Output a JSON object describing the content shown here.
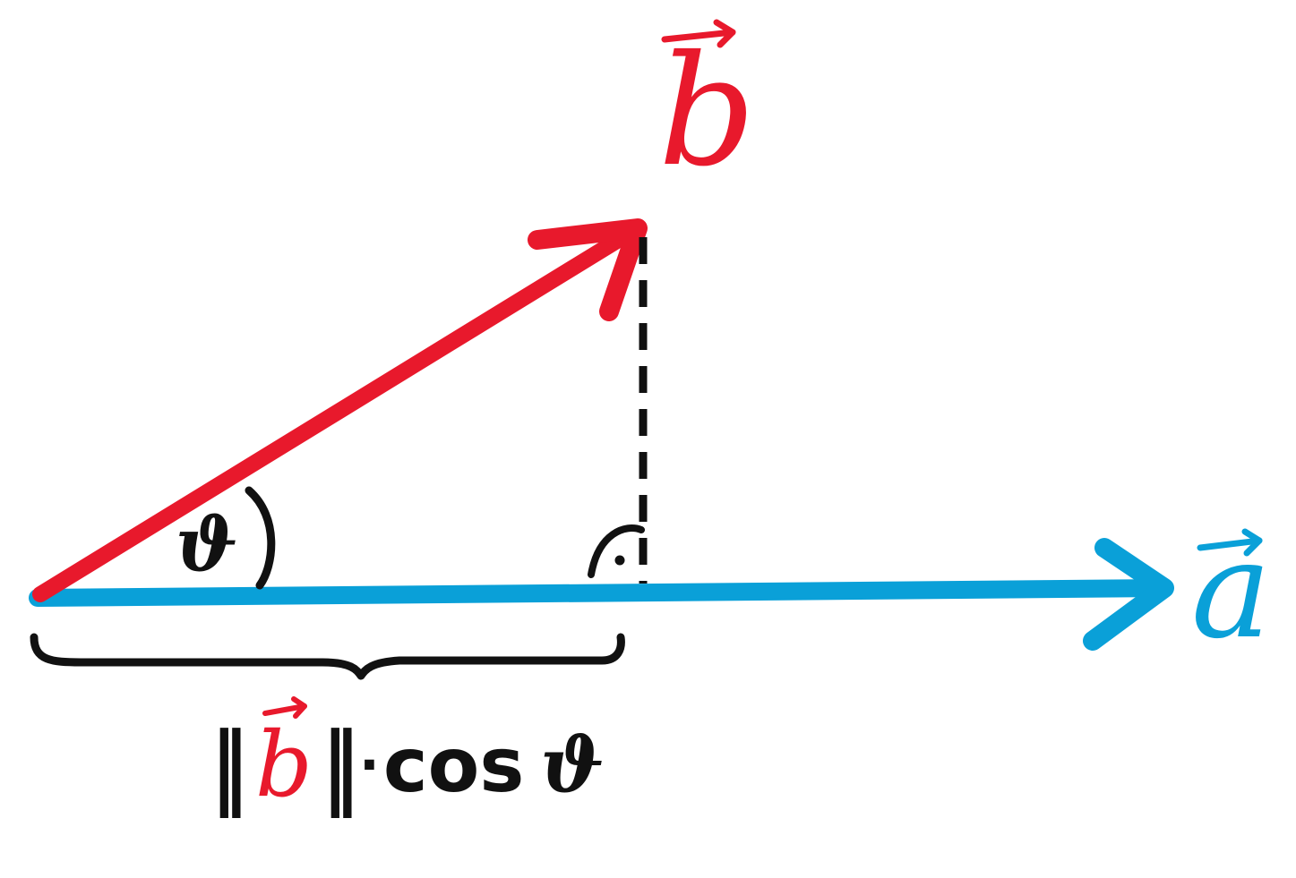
{
  "diagram": {
    "vector_b_label": "b",
    "vector_a_label": "a",
    "angle_label": "ϑ",
    "projection_formula": {
      "norm_left": "‖",
      "vector": "b",
      "norm_right": "‖",
      "dot": "·",
      "cos": "cos",
      "angle": "ϑ"
    },
    "colors": {
      "vector_b": "#e8192c",
      "vector_a": "#0aa0d8",
      "annotation": "#111111"
    }
  }
}
